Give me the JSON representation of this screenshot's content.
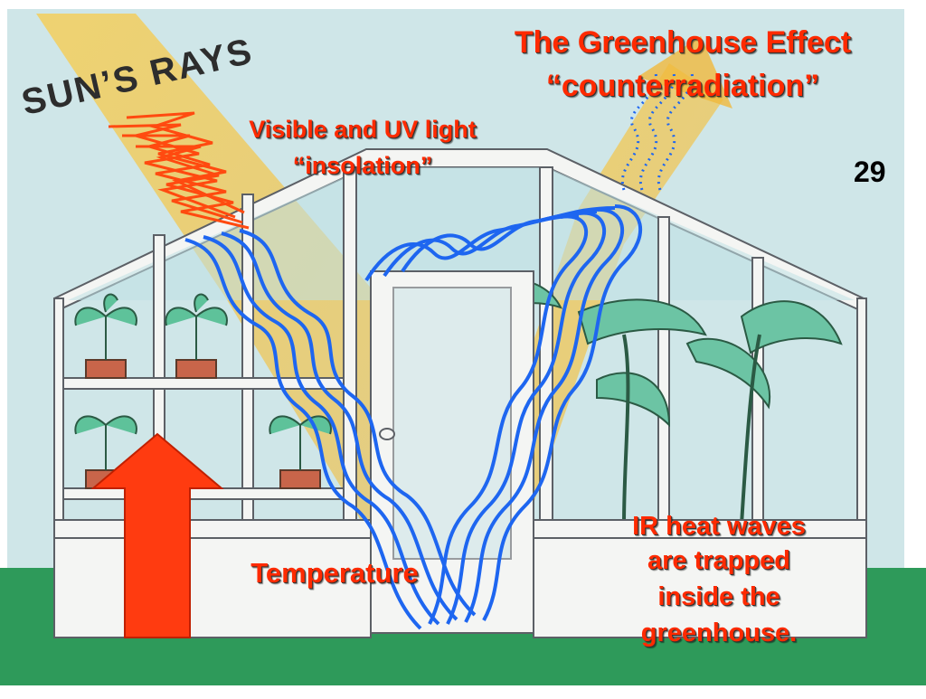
{
  "slide": {
    "title_line1": "The Greenhouse Effect",
    "title_line2": "“counterradiation”",
    "number": "29"
  },
  "labels": {
    "suns_rays": "SUN’S RAYS",
    "visible_line1": "Visible and UV light",
    "visible_line2": "“insolation”",
    "temperature": "Temperature",
    "ir_line1": "IR heat waves",
    "ir_line2": "are trapped",
    "ir_line3": "inside the",
    "ir_line4": "greenhouse."
  },
  "colors": {
    "label_text": "#ff2a00",
    "ir_waves": "#1e66f0",
    "uv_waves": "#ff4a10",
    "temperature_arrow": "#ff3b10",
    "sun_beam": "#f2c44a",
    "sky": "#cfe6e8",
    "ground": "#2e9a5a",
    "frame": "#f4f5f3",
    "frame_outline": "#5c6066"
  },
  "icons": {
    "temperature": "up-arrow-icon",
    "plants": "potted-plant-icon"
  }
}
